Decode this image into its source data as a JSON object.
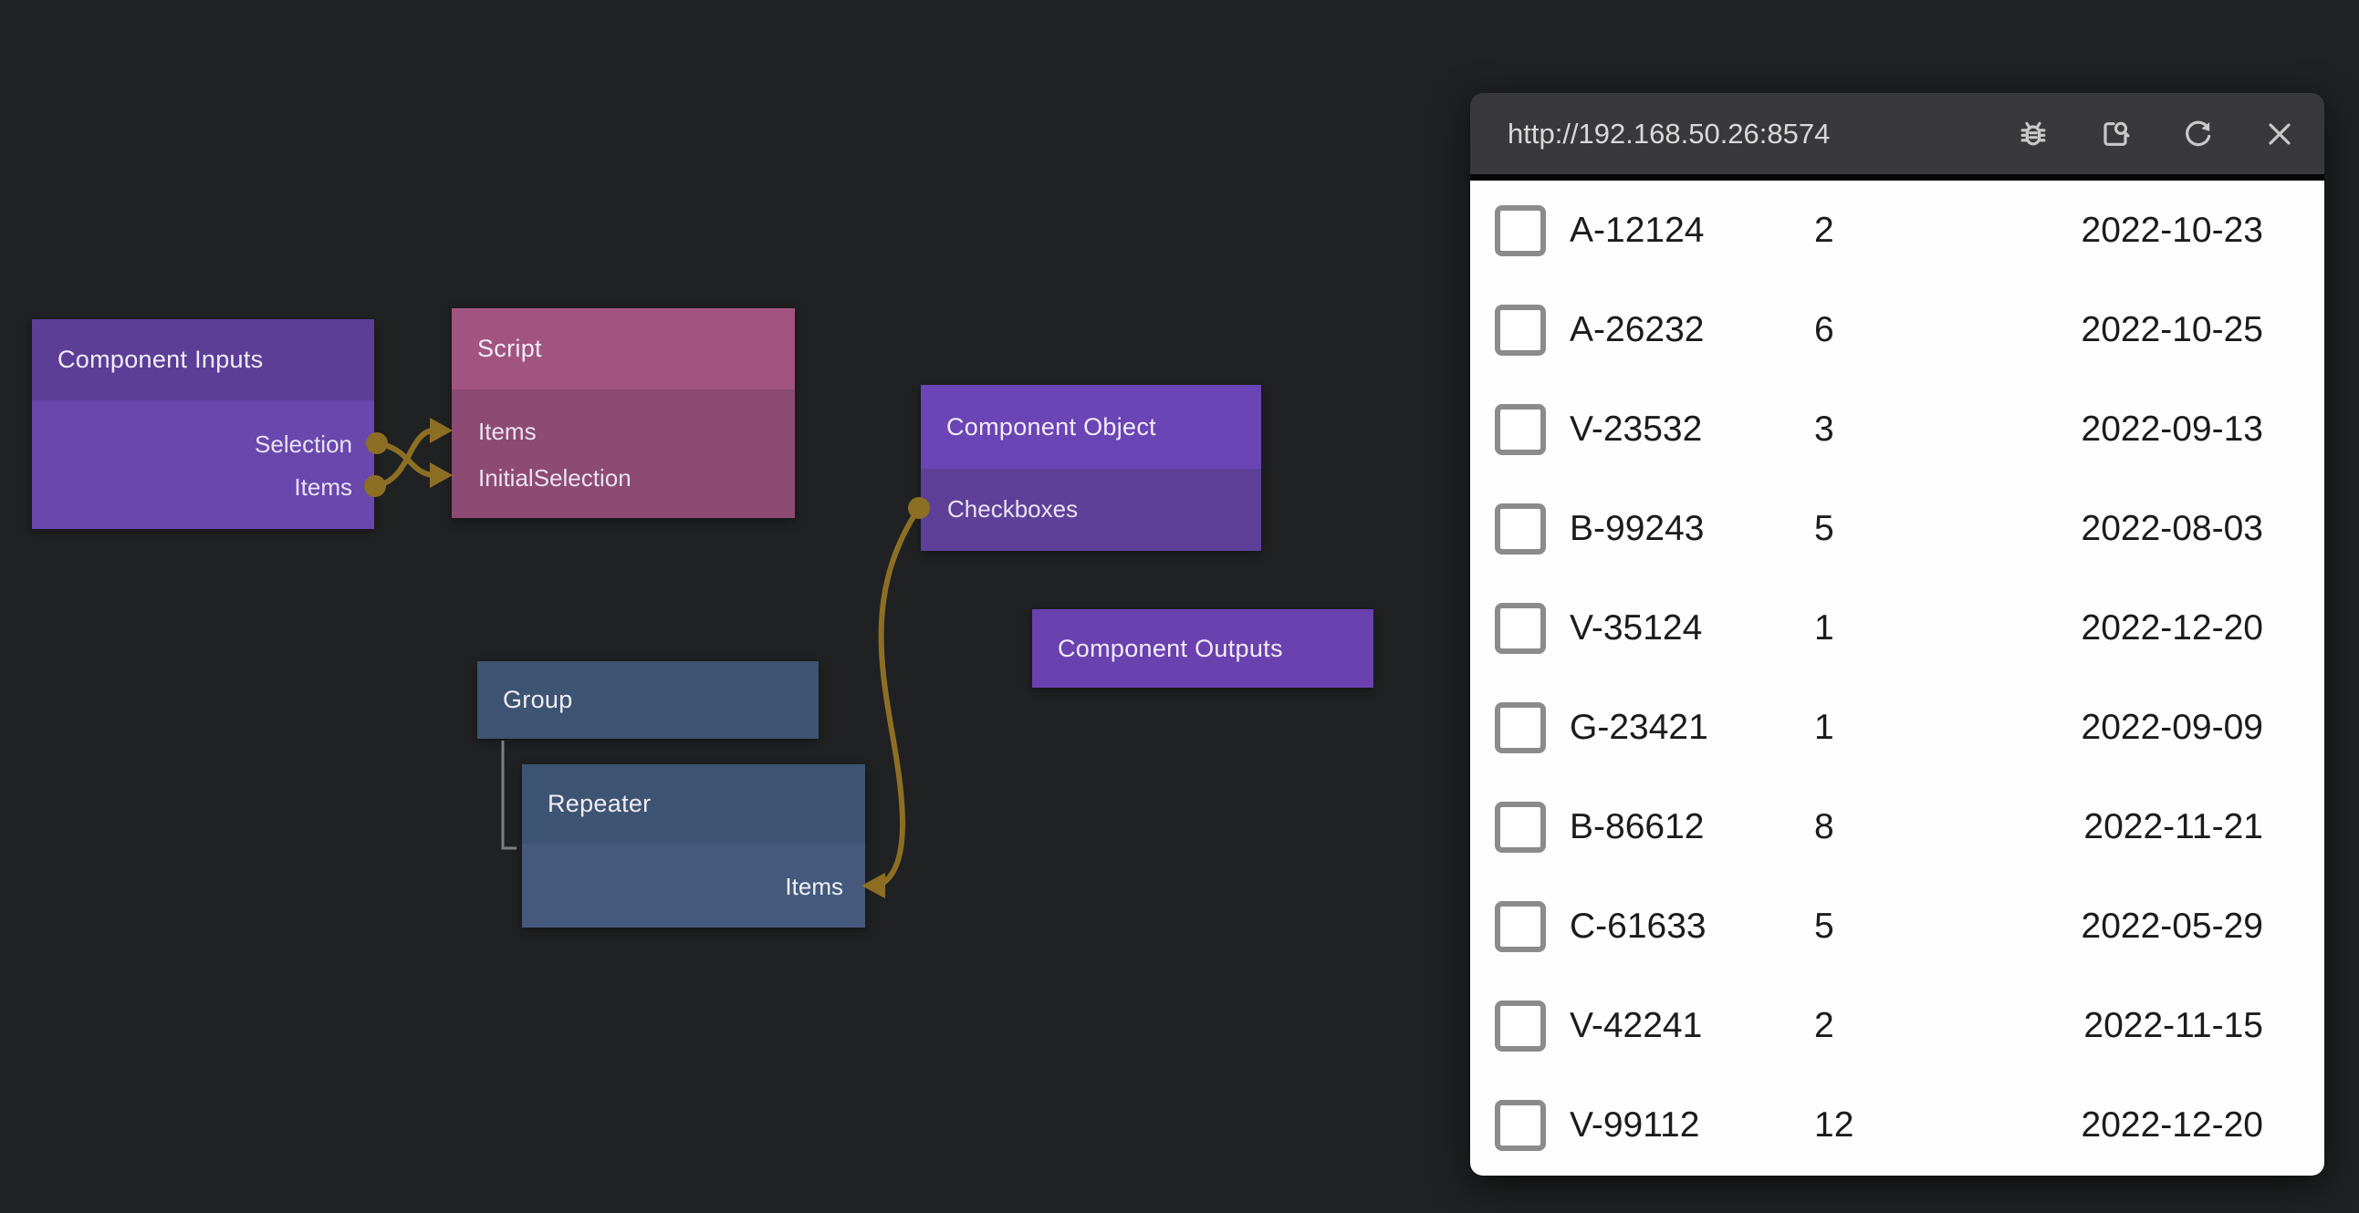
{
  "canvas": {
    "nodes": [
      {
        "id": "component-inputs",
        "title": "Component Inputs",
        "ports": [
          {
            "name": "Selection"
          },
          {
            "name": "Items"
          }
        ]
      },
      {
        "id": "script",
        "title": "Script",
        "ports": [
          {
            "name": "Items"
          },
          {
            "name": "InitialSelection"
          }
        ]
      },
      {
        "id": "component-object",
        "title": "Component Object",
        "ports": [
          {
            "name": "Checkboxes"
          }
        ]
      },
      {
        "id": "component-outputs",
        "title": "Component Outputs",
        "ports": []
      },
      {
        "id": "group",
        "title": "Group",
        "ports": []
      },
      {
        "id": "repeater",
        "title": "Repeater",
        "ports": [
          {
            "name": "Items"
          }
        ]
      }
    ],
    "connections": [
      {
        "from": "Component Inputs.Selection",
        "to": "Script.InitialSelection"
      },
      {
        "from": "Component Inputs.Items",
        "to": "Script.Items"
      },
      {
        "from": "Component Object.Checkboxes",
        "to": "Repeater.Items"
      }
    ]
  },
  "preview": {
    "url": "http://192.168.50.26:8574",
    "toolbar_icons": [
      "debug-bug",
      "inspect",
      "refresh",
      "close"
    ],
    "rows": [
      {
        "id": "A-12124",
        "qty": "2",
        "date": "2022-10-23",
        "checked": false
      },
      {
        "id": "A-26232",
        "qty": "6",
        "date": "2022-10-25",
        "checked": false
      },
      {
        "id": "V-23532",
        "qty": "3",
        "date": "2022-09-13",
        "checked": false
      },
      {
        "id": "B-99243",
        "qty": "5",
        "date": "2022-08-03",
        "checked": false
      },
      {
        "id": "V-35124",
        "qty": "1",
        "date": "2022-12-20",
        "checked": false
      },
      {
        "id": "G-23421",
        "qty": "1",
        "date": "2022-09-09",
        "checked": false
      },
      {
        "id": "B-86612",
        "qty": "8",
        "date": "2022-11-21",
        "checked": false
      },
      {
        "id": "C-61633",
        "qty": "5",
        "date": "2022-05-29",
        "checked": false
      },
      {
        "id": "V-42241",
        "qty": "2",
        "date": "2022-11-15",
        "checked": false
      },
      {
        "id": "V-99112",
        "qty": "12",
        "date": "2022-12-20",
        "checked": false
      }
    ]
  },
  "theme": {
    "canvas_bg": "#202122",
    "inputs_header": "#5c3e97",
    "inputs_body": "#6947ad",
    "object_header": "#6b44b5",
    "object_body": "#5e4099",
    "outputs_fill": "#6a41af",
    "script_header": "#a15480",
    "script_body": "#8d4a73",
    "visual_header": "#3d5472",
    "visual_body": "#44597b",
    "wire_gold": "#8d6f24",
    "topbar_bg": "#39393b",
    "panel_bg": "#fdfdfd",
    "row_text": "#1b1b1b"
  }
}
